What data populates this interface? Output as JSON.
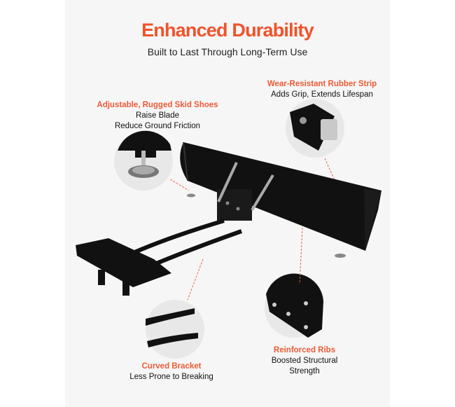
{
  "header": {
    "title": "Enhanced Durability",
    "subtitle": "Built to Last Through Long-Term Use"
  },
  "callouts": [
    {
      "title": "Adjustable, Rugged Skid Shoes",
      "lines": [
        "Raise Blade",
        "Reduce Ground Friction"
      ],
      "icon": "skid-shoe-closeup"
    },
    {
      "title": "Wear-Resistant Rubber Strip",
      "lines": [
        "Adds Grip, Extends Lifespan"
      ],
      "icon": "rubber-strip-closeup"
    },
    {
      "title": "Reinforced Ribs",
      "lines": [
        "Boosted Structural",
        "Strength"
      ],
      "icon": "ribs-closeup"
    },
    {
      "title": "Curved Bracket",
      "lines": [
        "Less Prone to Breaking"
      ],
      "icon": "bracket-closeup"
    }
  ],
  "colors": {
    "accent": "#f0532b",
    "panel_bg": "#f6f6f6",
    "product": "#111111"
  }
}
